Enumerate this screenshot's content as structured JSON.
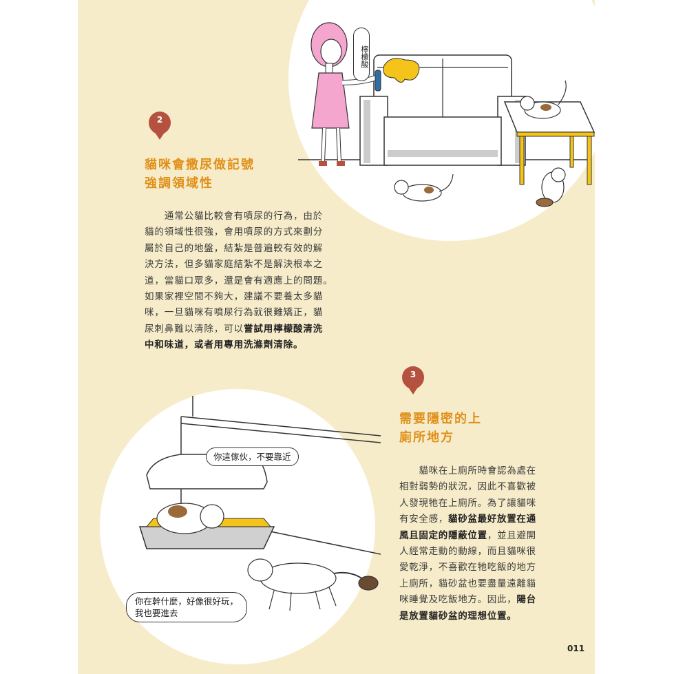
{
  "section2": {
    "number": "2",
    "heading_line1": "貓咪會撒尿做記號",
    "heading_line2": "強調領域性",
    "body_lines": [
      "　　通常公貓比較會有噴尿的行為，由於",
      "貓的領域性很強，會用噴尿的方式來劃分",
      "屬於自己的地盤，結紮是普遍較有效的解",
      "決方法，但多貓家庭結紮不是解決根本之",
      "道，當貓口眾多，還是會有適應上的問題。",
      "如果家裡空間不夠大，建議不要養太多貓",
      "咪，一旦貓咪有噴尿行為就很難矯正，貓"
    ],
    "body_line8_plain": "尿刺鼻難以清除，可以",
    "body_line8_bold": "嘗試用檸檬酸清洗",
    "body_line9_bold": "中和味道，或者用專用洗滌劑清除。",
    "illustration_bubble": "檸檬酸"
  },
  "section3": {
    "number": "3",
    "heading_line1": "需要隱密的上",
    "heading_line2": "廁所地方",
    "body_lines": [
      "　　貓咪在上廁所時會認為處在",
      "相對弱勢的狀況，因此不喜歡被",
      "人發現牠在上廁所。為了讓貓咪"
    ],
    "body_line4_plain": "有安全感，",
    "body_line4_bold": "貓砂盆最好放置在通",
    "body_line5_bold": "風且固定的隱蔽位置",
    "body_line5_plain": "，並且避開",
    "body_lines_after": [
      "人經常走動的動線，而且貓咪很",
      "愛乾淨，不喜歡在牠吃飯的地方",
      "上廁所，貓砂盆也要盡量遠離貓"
    ],
    "body_line9_plain": "咪睡覺及吃飯地方。因此，",
    "body_line9_bold": "陽台",
    "body_line10_bold": "是放置貓砂盆的理想位置。",
    "bubble_top": "你這傢伙，不要靠近",
    "bubble_bottom_line1": "你在幹什麼，好像很好玩，",
    "bubble_bottom_line2": "我也要進去"
  },
  "page_number": "011",
  "colors": {
    "page_background": "#f7ecca",
    "heading": "#e0901a",
    "marker": "#b5513f"
  }
}
